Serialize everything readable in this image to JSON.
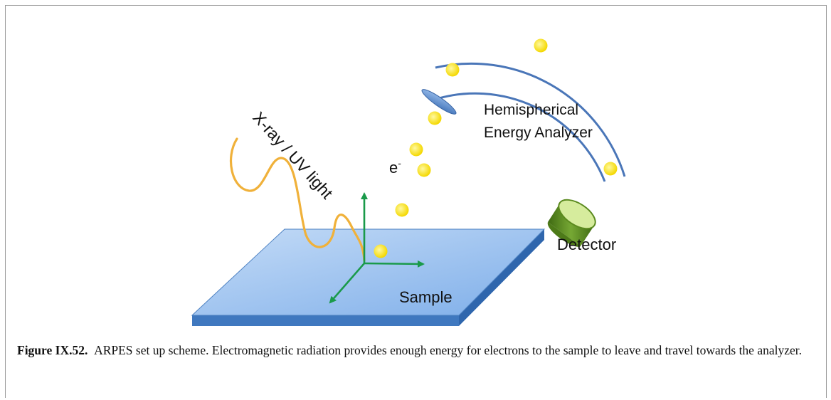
{
  "labels": {
    "radiation": "X-ray / UV light",
    "electron_symbol": "e",
    "electron_superscript": "-",
    "analyzer_line1": "Hemispherical",
    "analyzer_line2": "Energy Analyzer",
    "detector": "Detector",
    "sample": "Sample"
  },
  "caption": {
    "figure_label": "Figure IX.52.",
    "text": "ARPES set up scheme. Electromagnetic radiation provides enough energy for electrons to the sample to leave and travel towards the analyzer."
  },
  "colors": {
    "sample_top": "#9fc4f0",
    "sample_edge": "#3f78bf",
    "arc": "#4a76b8",
    "light_wave": "#f0b13a",
    "electron": "#ffe600",
    "axes": "#1a9a4a",
    "detector": "#5e8b22"
  }
}
